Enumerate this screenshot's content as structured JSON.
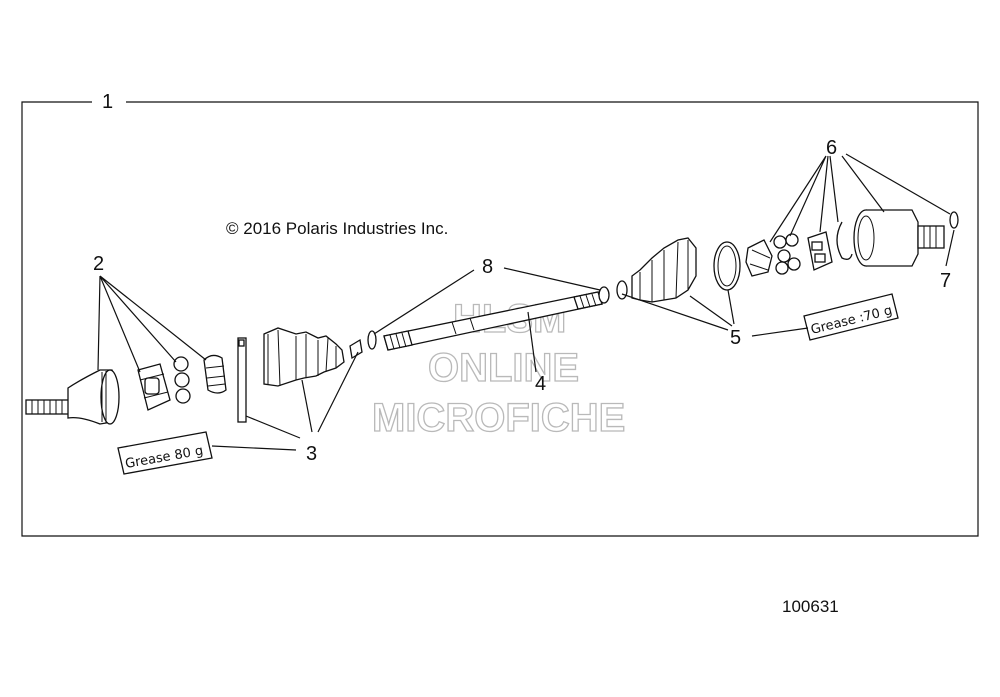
{
  "callouts": {
    "c1": "1",
    "c2": "2",
    "c3": "3",
    "c4": "4",
    "c5": "5",
    "c6": "6",
    "c7": "7",
    "c8": "8"
  },
  "copyright": "© 2016 Polaris Industries Inc.",
  "grease_left": "Grease 80 g",
  "grease_right": "Grease :70 g",
  "watermark": {
    "line1": "HLSM",
    "line2": "ONLINE",
    "line3": "MICROFICHE"
  },
  "diagram_number": "100631"
}
